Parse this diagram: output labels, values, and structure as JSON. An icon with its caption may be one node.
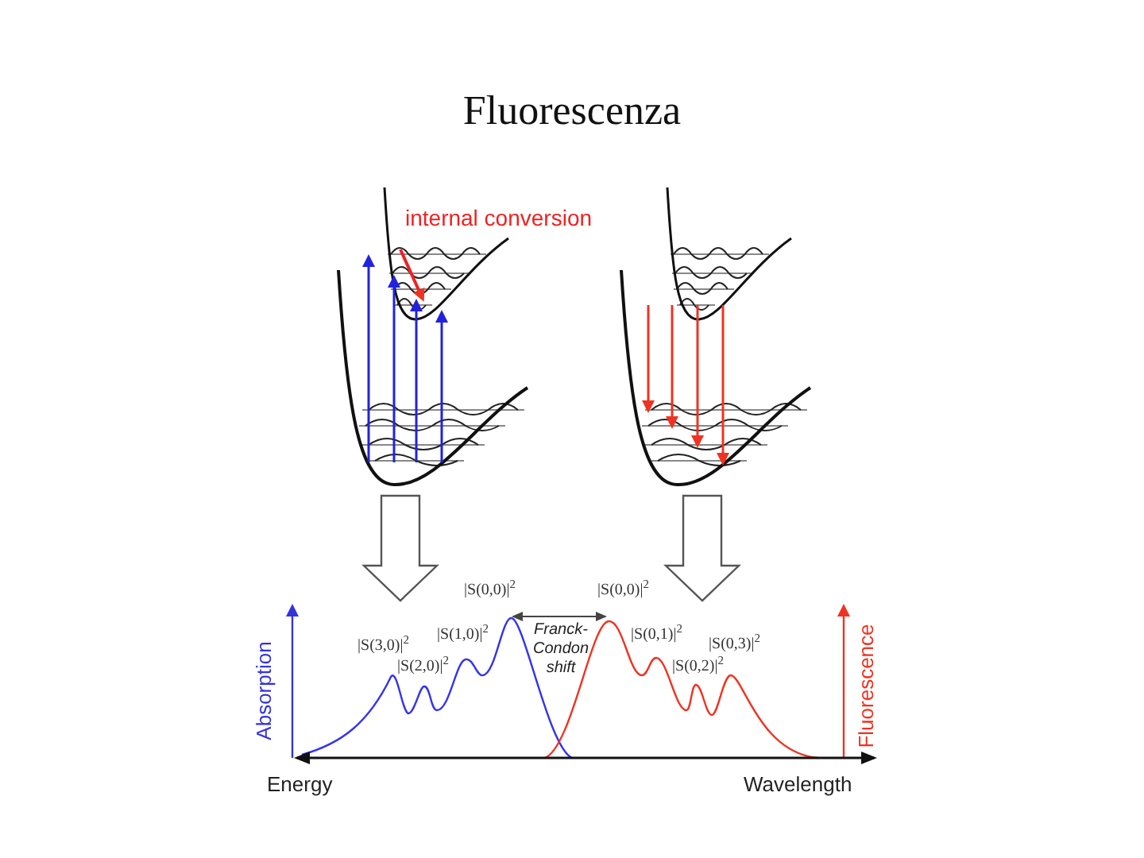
{
  "diagram": {
    "title": "Fluorescenza",
    "nodes": [
      {
        "text": [],
        "shape": "picture"
      },
      {
        "text": [],
        "shape": "picture"
      },
      {
        "text": [],
        "shape": "picture"
      }
    ],
    "edges": [
      {
        "from": 0,
        "to": 2,
        "arrow": "to"
      },
      {
        "from": 1,
        "to": 2,
        "arrow": "to"
      }
    ],
    "labels": [
      "internal conversion",
      "|S(0,0)|$^{2}$",
      "|S(0,0)|$^{2}$",
      "Franck-Condon shift",
      "|S(1,0)|$^{2}$",
      "|S(0,1)|$^{2}$",
      "|S(3,0)|$^{2}$",
      "|S(0,3)|$^{2}$",
      "|S(2,0)|$^{2}$",
      "|S(0,2)|$^{2}$",
      "Absorption",
      "Fluorescence",
      "Energy",
      "Wavelength"
    ]
  }
}
